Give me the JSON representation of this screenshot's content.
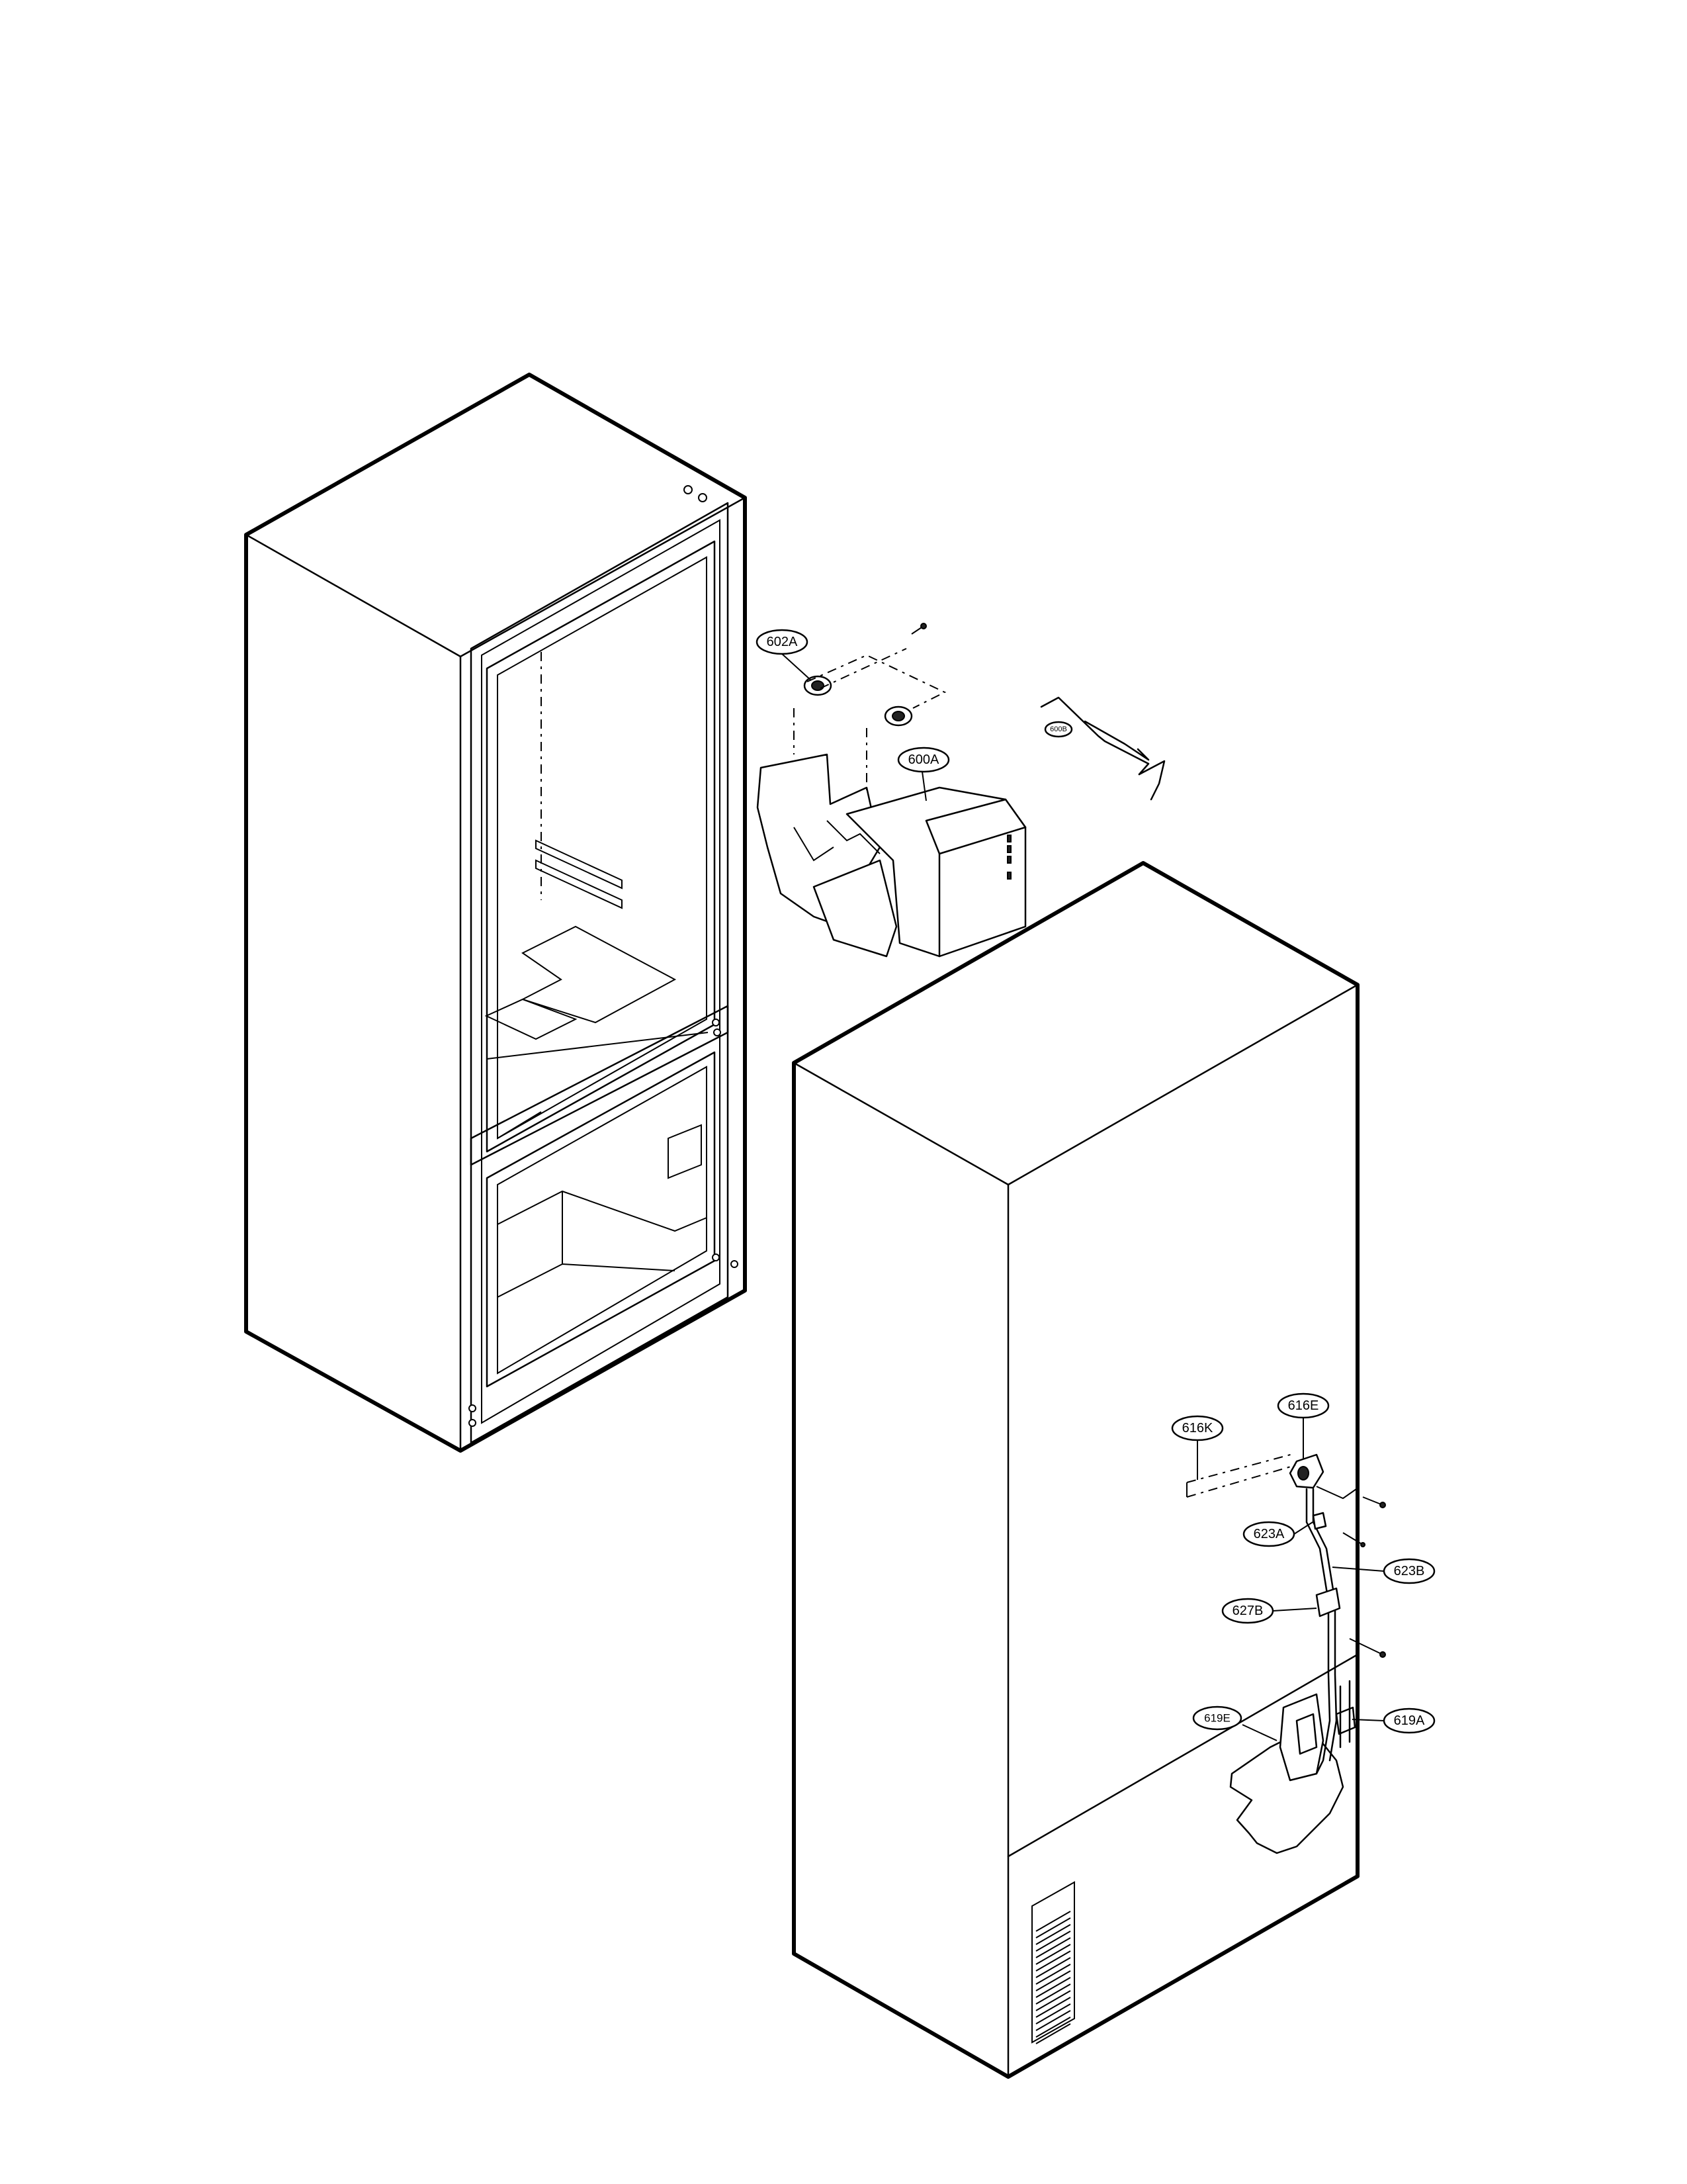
{
  "callouts": {
    "c602A": "602A",
    "c600A": "600A",
    "c600B": "600B",
    "c616K": "616K",
    "c616E": "616E",
    "c623A": "623A",
    "c623B": "623B",
    "c627B": "627B",
    "c619E": "619E",
    "c619A": "619A"
  },
  "colors": {
    "line": "#000000",
    "background": "#ffffff"
  }
}
